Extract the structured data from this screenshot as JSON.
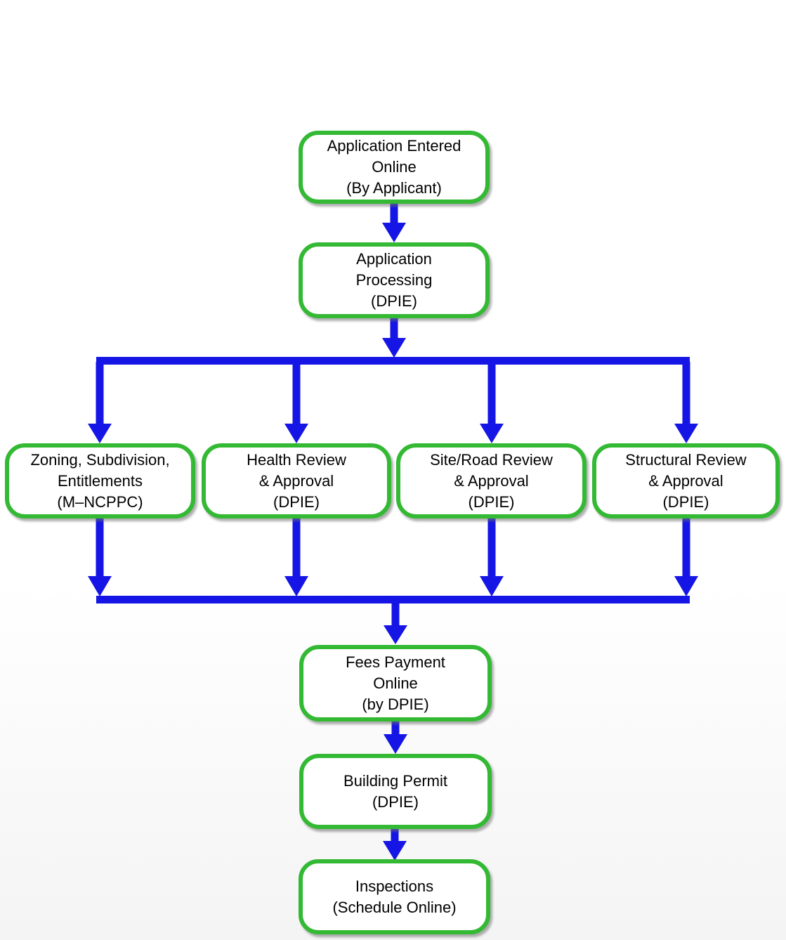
{
  "flowchart": {
    "colors": {
      "box_border": "#33b933",
      "box_fill": "#ffffff",
      "arrow": "#1515e6",
      "text": "#000000"
    },
    "nodes": [
      {
        "id": "application-entered-online",
        "label": "Application Entered\nOnline\n(By Applicant)"
      },
      {
        "id": "application-processing",
        "label": "Application\nProcessing\n(DPIE)"
      },
      {
        "id": "zoning-subdivision-entitlements",
        "label": "Zoning, Subdivision,\nEntitlements\n(M–NCPPC)"
      },
      {
        "id": "health-review-approval",
        "label": "Health Review\n& Approval\n(DPIE)"
      },
      {
        "id": "site-road-review-approval",
        "label": "Site/Road Review\n& Approval\n(DPIE)"
      },
      {
        "id": "structural-review-approval",
        "label": "Structural Review\n& Approval\n(DPIE)"
      },
      {
        "id": "fees-payment-online",
        "label": "Fees Payment\nOnline\n(by DPIE)"
      },
      {
        "id": "building-permit",
        "label": "Building Permit\n(DPIE)"
      },
      {
        "id": "inspections",
        "label": "Inspections\n(Schedule Online)"
      }
    ],
    "edges": [
      {
        "from": "application-entered-online",
        "to": "application-processing"
      },
      {
        "from": "application-processing",
        "to": "zoning-subdivision-entitlements"
      },
      {
        "from": "application-processing",
        "to": "health-review-approval"
      },
      {
        "from": "application-processing",
        "to": "site-road-review-approval"
      },
      {
        "from": "application-processing",
        "to": "structural-review-approval"
      },
      {
        "from": "zoning-subdivision-entitlements",
        "to": "fees-payment-online"
      },
      {
        "from": "health-review-approval",
        "to": "fees-payment-online"
      },
      {
        "from": "site-road-review-approval",
        "to": "fees-payment-online"
      },
      {
        "from": "structural-review-approval",
        "to": "fees-payment-online"
      },
      {
        "from": "fees-payment-online",
        "to": "building-permit"
      },
      {
        "from": "building-permit",
        "to": "inspections"
      }
    ]
  }
}
